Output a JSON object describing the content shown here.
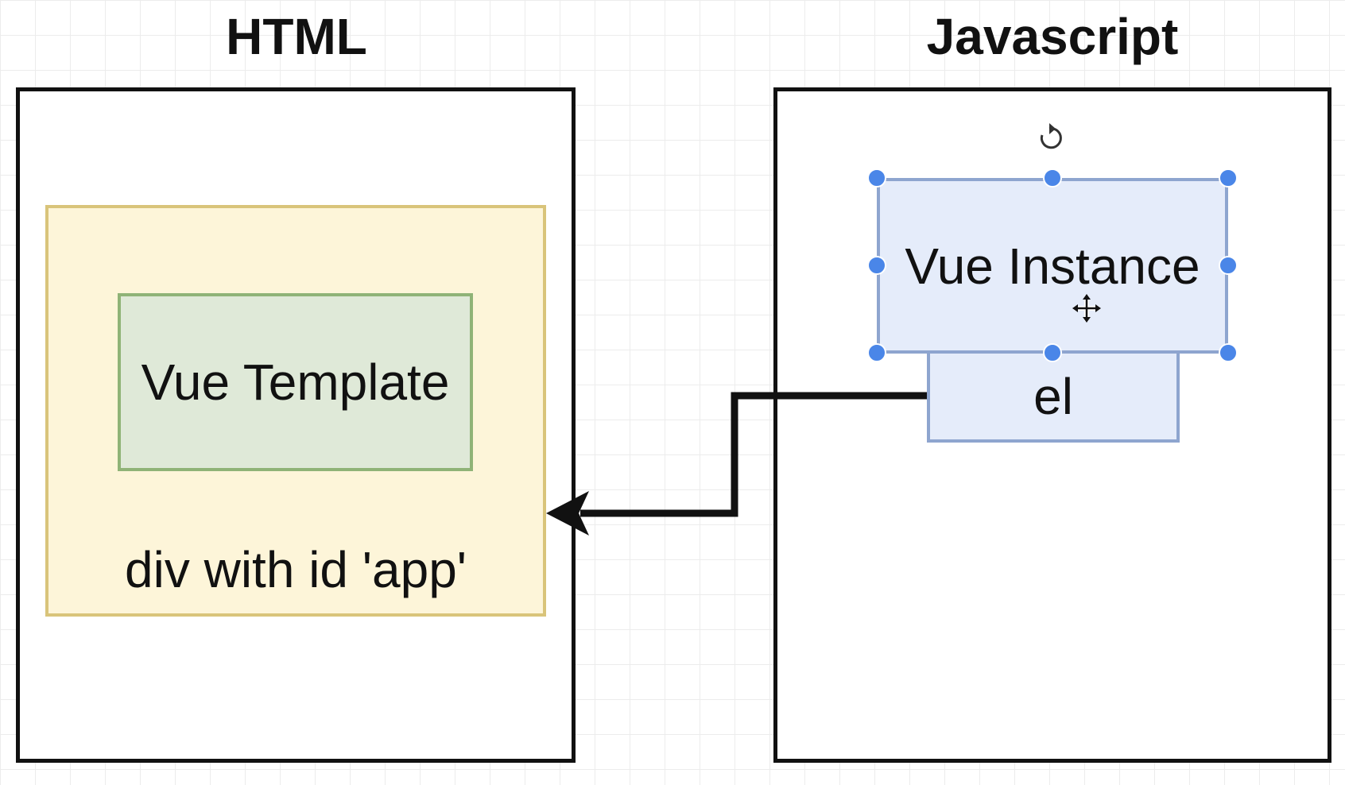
{
  "titles": {
    "html": "HTML",
    "javascript": "Javascript"
  },
  "boxes": {
    "app_div": "div with id 'app'",
    "template": "Vue Template",
    "instance": "Vue Instance",
    "el": "el"
  },
  "icons": {
    "rotate": "rotate-handle-icon",
    "move": "move-cursor-icon"
  },
  "colors": {
    "yellow_fill": "#fdf5d9",
    "yellow_border": "#d9c47a",
    "green_fill": "#dfe9d8",
    "green_border": "#8fb377",
    "blue_fill": "#e5ecfa",
    "blue_border": "#8ea5cf",
    "selection_handle": "#4a86e8"
  }
}
